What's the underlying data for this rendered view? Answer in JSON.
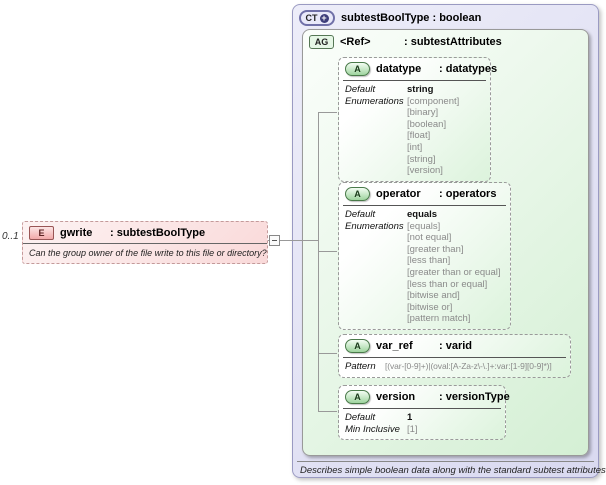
{
  "element_box": {
    "cardinality": "0..1",
    "badge": "E",
    "name": "gwrite",
    "type": ": subtestBoolType",
    "annotation": "Can the group owner of the file write to this file or directory?"
  },
  "complex_type_box": {
    "badge": "CT",
    "badge_plus": "+",
    "title": "subtestBoolType : boolean",
    "footer": "Describes simple boolean data along with the standard subtest attributes.",
    "attribute_group_box": {
      "badge": "AG",
      "name": "<Ref>",
      "type": ": subtestAttributes",
      "attributes": [
        {
          "badge": "A",
          "name": "datatype",
          "type": ": datatypes",
          "facets": [
            {
              "label": "Default",
              "value": "string",
              "kind": "default"
            },
            {
              "label": "Enumerations",
              "value": "[component]",
              "kind": "enum"
            },
            {
              "label": "",
              "value": "[binary]",
              "kind": "enum"
            },
            {
              "label": "",
              "value": "[boolean]",
              "kind": "enum"
            },
            {
              "label": "",
              "value": "[float]",
              "kind": "enum"
            },
            {
              "label": "",
              "value": "[int]",
              "kind": "enum"
            },
            {
              "label": "",
              "value": "[string]",
              "kind": "enum"
            },
            {
              "label": "",
              "value": "[version]",
              "kind": "enum"
            }
          ]
        },
        {
          "badge": "A",
          "name": "operator",
          "type": ": operators",
          "facets": [
            {
              "label": "Default",
              "value": "equals",
              "kind": "default"
            },
            {
              "label": "Enumerations",
              "value": "[equals]",
              "kind": "enum"
            },
            {
              "label": "",
              "value": "[not equal]",
              "kind": "enum"
            },
            {
              "label": "",
              "value": "[greater than]",
              "kind": "enum"
            },
            {
              "label": "",
              "value": "[less than]",
              "kind": "enum"
            },
            {
              "label": "",
              "value": "[greater than or equal]",
              "kind": "enum"
            },
            {
              "label": "",
              "value": "[less than or equal]",
              "kind": "enum"
            },
            {
              "label": "",
              "value": "[bitwise and]",
              "kind": "enum"
            },
            {
              "label": "",
              "value": "[bitwise or]",
              "kind": "enum"
            },
            {
              "label": "",
              "value": "[pattern match]",
              "kind": "enum"
            }
          ]
        },
        {
          "badge": "A",
          "name": "var_ref",
          "type": ": varid",
          "facets": [
            {
              "label": "Pattern",
              "value": "[(var-[0-9]+)|(oval:[A-Za-z\\-\\.]+:var:[1-9][0-9]*)]",
              "kind": "enum"
            }
          ]
        },
        {
          "badge": "A",
          "name": "version",
          "type": ": versionType",
          "facets": [
            {
              "label": "Default",
              "value": "1",
              "kind": "default"
            },
            {
              "label": "Min Inclusive",
              "value": "[1]",
              "kind": "enum"
            }
          ]
        }
      ]
    }
  }
}
